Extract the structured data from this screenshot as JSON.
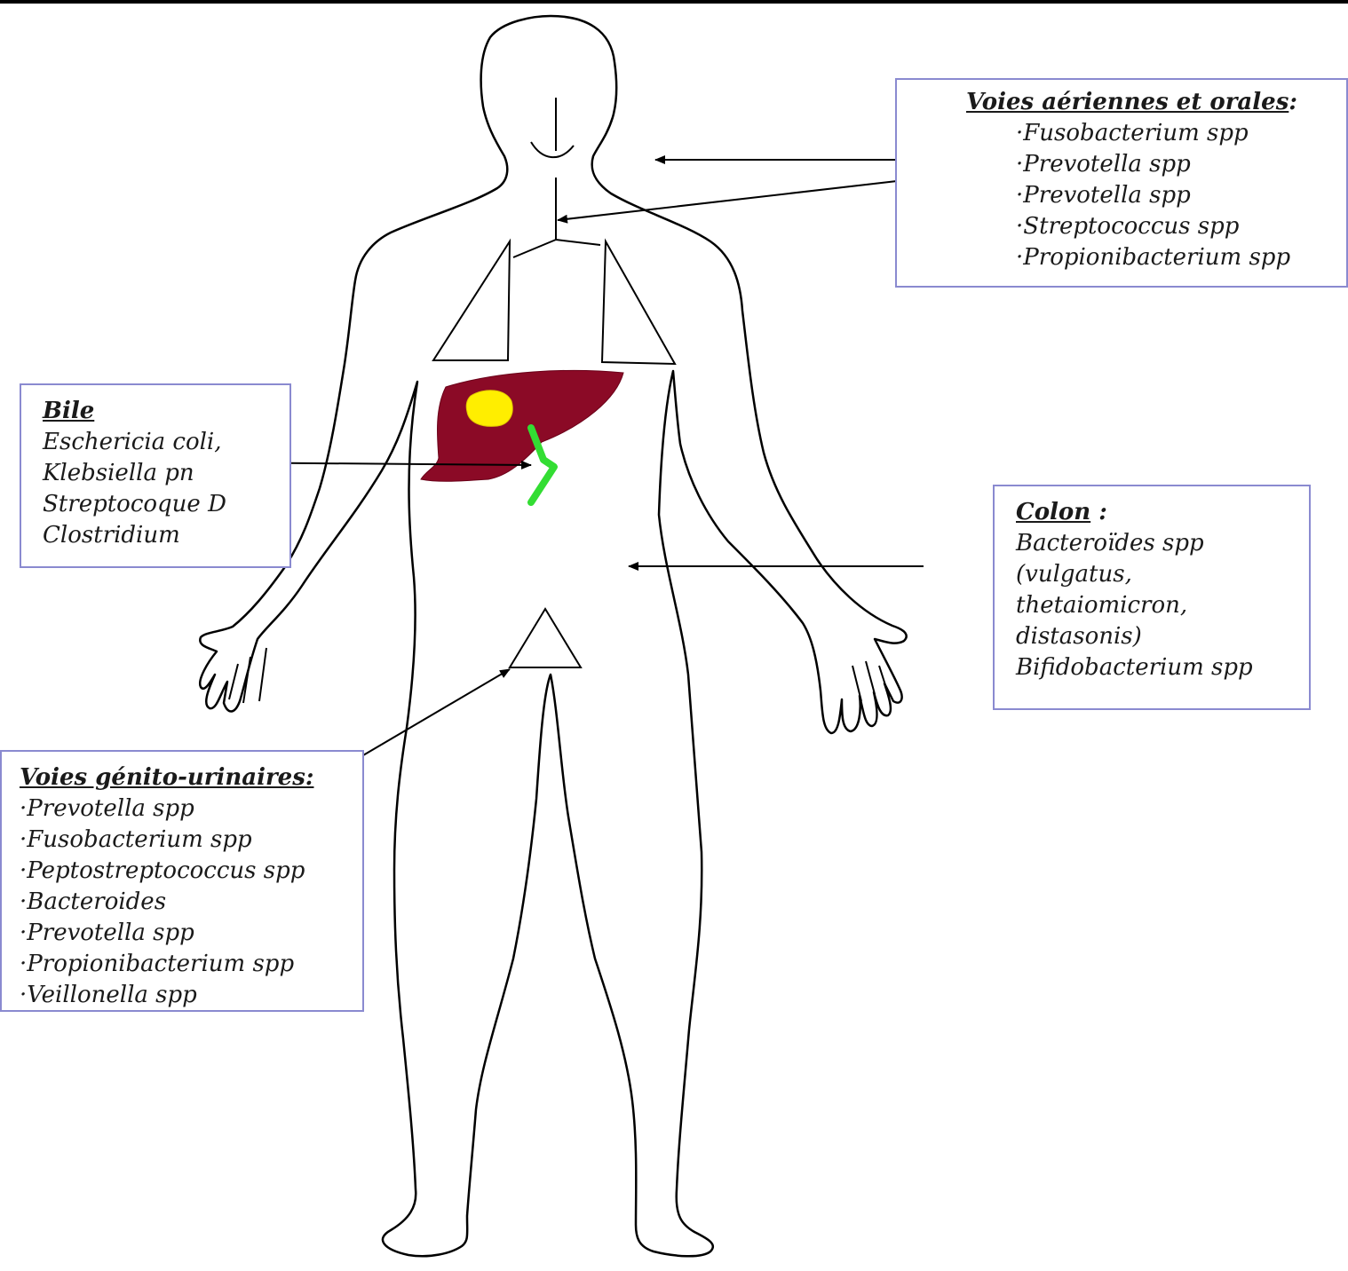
{
  "colors": {
    "liver": "#8b0a26",
    "gallbladder": "#ffee00",
    "bile_duct": "#33dd33",
    "box_border": "#8a8ad0",
    "outline": "#000000"
  },
  "boxes": {
    "airways": {
      "title": "Voies aériennes et orales",
      "suffix": ":",
      "items": [
        "Fusobacterium spp",
        "Prevotella spp",
        "Prevotella spp",
        "Streptococcus spp",
        "Propionibacterium spp"
      ]
    },
    "bile": {
      "title": "Bile",
      "suffix": "",
      "items": [
        "Eschericia coli,",
        "Klebsiella pn",
        "Streptocoque D",
        "Clostridium"
      ]
    },
    "colon": {
      "title": "Colon",
      "suffix": " :",
      "items": [
        "Bacteroïdes spp",
        "(vulgatus,",
        "thetaiomicron,",
        "distasonis)",
        "Bifidobacterium spp"
      ]
    },
    "genito": {
      "title": "Voies génito-urinaires:",
      "suffix": "",
      "items": [
        "Prevotella spp",
        "Fusobacterium spp",
        "Peptostreptococcus spp",
        "Bacteroides",
        "Prevotella spp",
        "Propionibacterium spp",
        "Veillonella spp"
      ]
    }
  }
}
